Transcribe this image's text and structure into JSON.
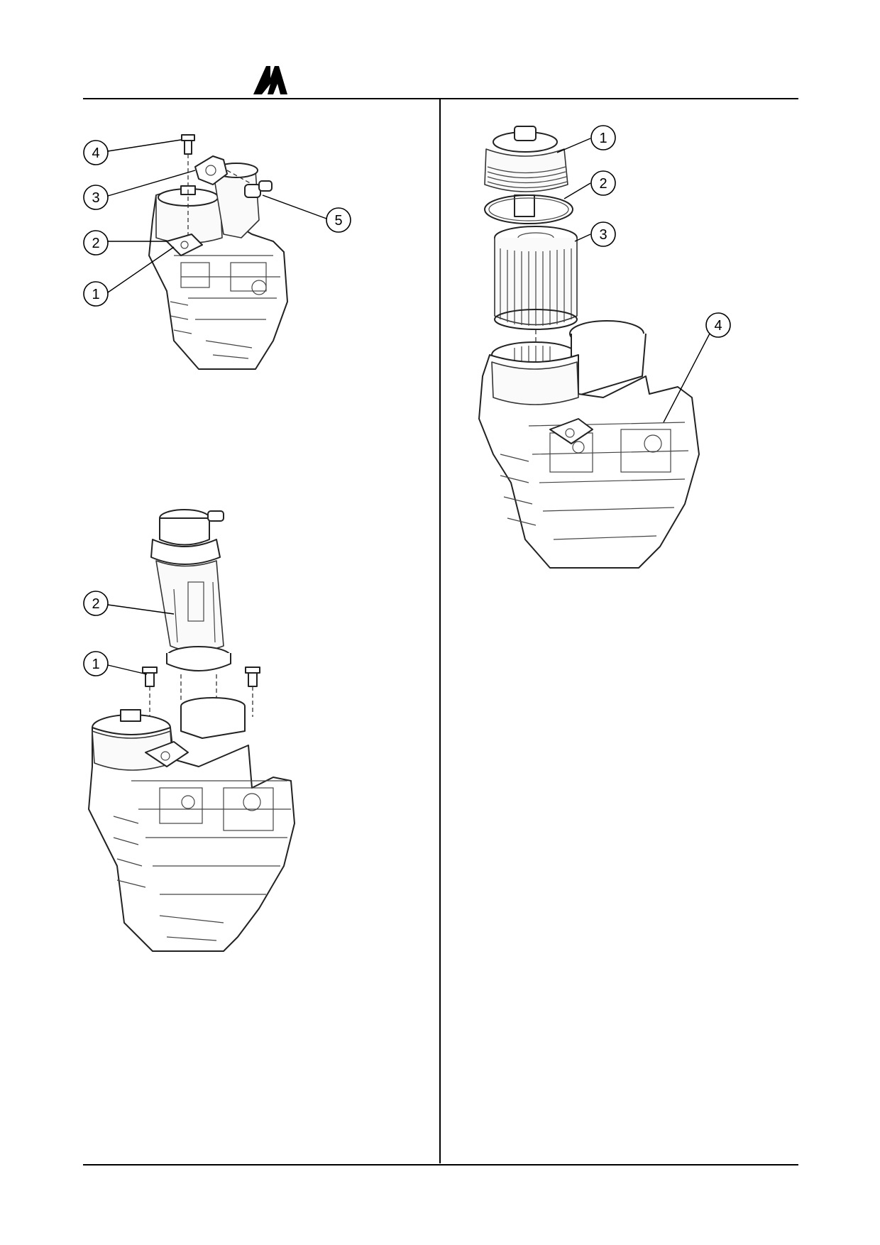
{
  "header": {
    "logo_icon": "manufacturer-logo-icon"
  },
  "figure_top_left": {
    "callouts": [
      "4",
      "3",
      "2",
      "1",
      "5"
    ]
  },
  "figure_bottom_left": {
    "callouts": [
      "2",
      "1"
    ]
  },
  "figure_right": {
    "callouts": [
      "1",
      "2",
      "3",
      "4"
    ]
  },
  "colors": {
    "line": "#000000",
    "background": "#ffffff"
  }
}
